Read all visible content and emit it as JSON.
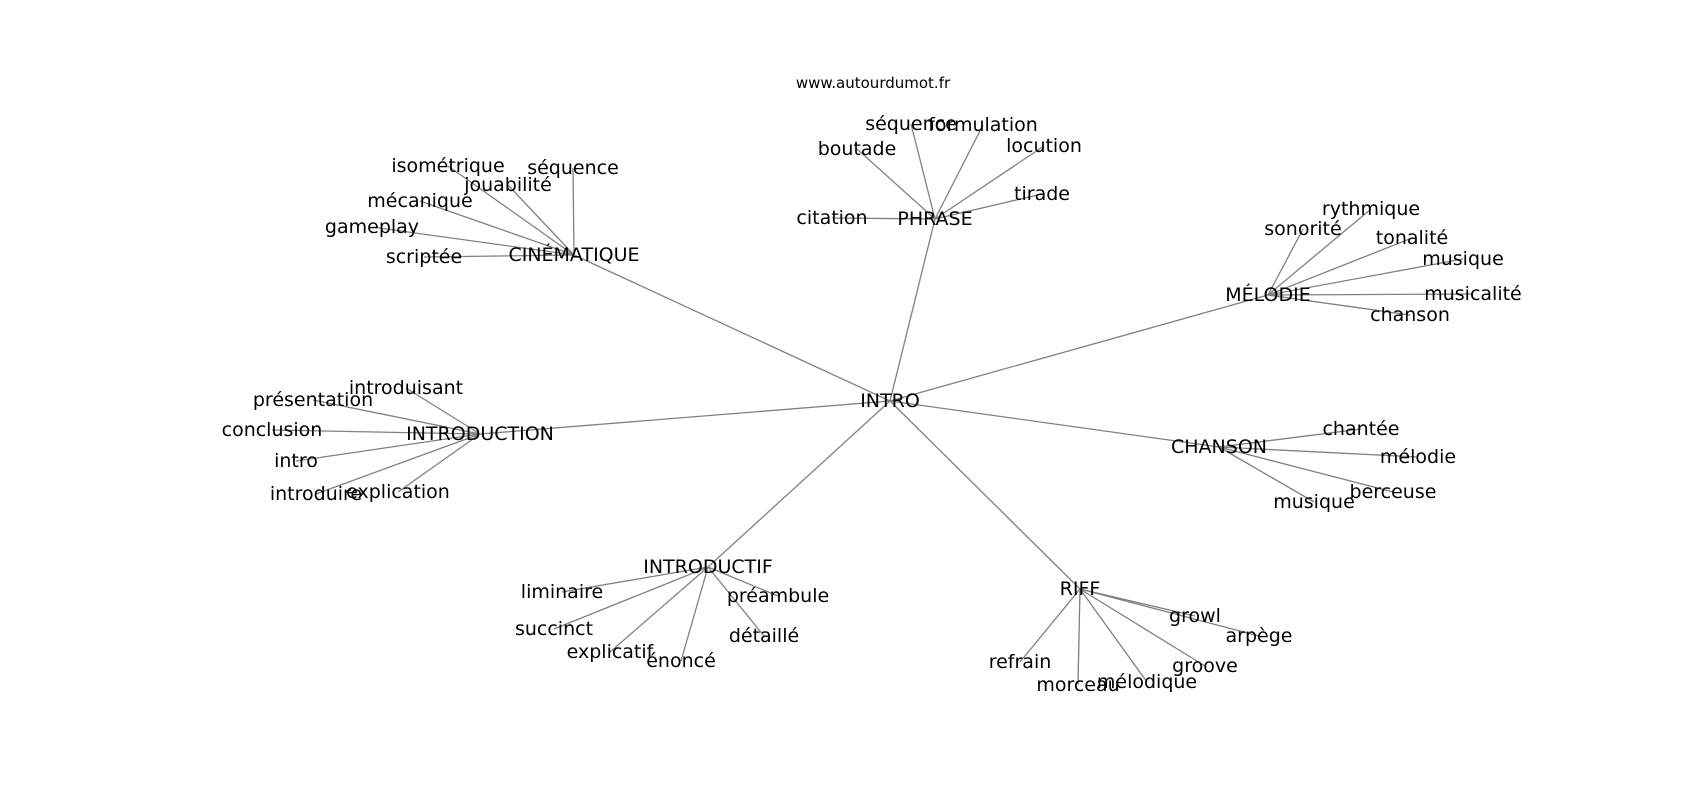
{
  "site": "www.autourdumot.fr",
  "root": "INTRO",
  "clusters": [
    {
      "name": "PHRASE",
      "leaves": [
        "séquence",
        "formulation",
        "boutade",
        "locution",
        "tirade",
        "citation"
      ]
    },
    {
      "name": "CINÉMATIQUE",
      "leaves": [
        "isométrique",
        "séquence",
        "jouabilité",
        "mécanique",
        "gameplay",
        "scriptée"
      ]
    },
    {
      "name": "MÉLODIE",
      "leaves": [
        "rythmique",
        "sonorité",
        "tonalité",
        "musique",
        "musicalité",
        "chanson"
      ]
    },
    {
      "name": "INTRODUCTION",
      "leaves": [
        "introduisant",
        "présentation",
        "conclusion",
        "intro",
        "introduire",
        "explication"
      ]
    },
    {
      "name": "CHANSON",
      "leaves": [
        "chantée",
        "mélodie",
        "berceuse",
        "musique"
      ]
    },
    {
      "name": "INTRODUCTIF",
      "leaves": [
        "liminaire",
        "préambule",
        "succinct",
        "détaillé",
        "explicatif",
        "énoncé"
      ]
    },
    {
      "name": "RIFF",
      "leaves": [
        "growl",
        "arpège",
        "refrain",
        "groove",
        "mélodique",
        "morceau"
      ]
    }
  ]
}
